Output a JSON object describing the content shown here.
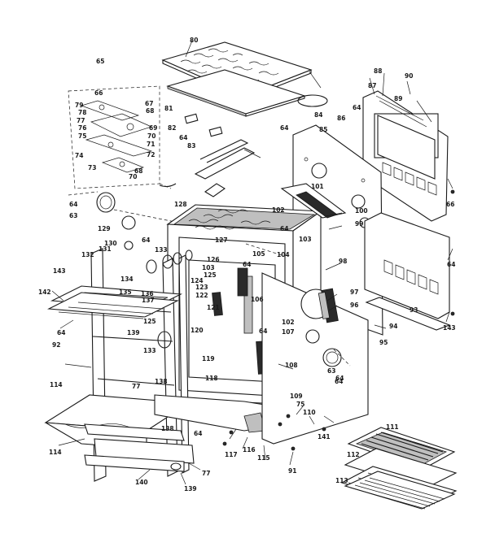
{
  "labels": [
    {
      "text": "80"
    },
    {
      "text": "65"
    },
    {
      "text": "66"
    },
    {
      "text": "79"
    },
    {
      "text": "78"
    },
    {
      "text": "77"
    },
    {
      "text": "76"
    },
    {
      "text": "75"
    },
    {
      "text": "74"
    },
    {
      "text": "73"
    },
    {
      "text": "67"
    },
    {
      "text": "68"
    },
    {
      "text": "69"
    },
    {
      "text": "70"
    },
    {
      "text": "71"
    },
    {
      "text": "72"
    },
    {
      "text": "68"
    },
    {
      "text": "70"
    },
    {
      "text": "81"
    },
    {
      "text": "82"
    },
    {
      "text": "64"
    },
    {
      "text": "83"
    },
    {
      "text": "64"
    },
    {
      "text": "84"
    },
    {
      "text": "64"
    },
    {
      "text": "86"
    },
    {
      "text": "85"
    },
    {
      "text": "87"
    },
    {
      "text": "88"
    },
    {
      "text": "90"
    },
    {
      "text": "89"
    },
    {
      "text": "64"
    },
    {
      "text": "63"
    },
    {
      "text": "129"
    },
    {
      "text": "64"
    },
    {
      "text": "128"
    },
    {
      "text": "101"
    },
    {
      "text": "100"
    },
    {
      "text": "99"
    },
    {
      "text": "102"
    },
    {
      "text": "127"
    },
    {
      "text": "66"
    },
    {
      "text": "64"
    },
    {
      "text": "103"
    },
    {
      "text": "98"
    },
    {
      "text": "64"
    },
    {
      "text": "143"
    },
    {
      "text": "130"
    },
    {
      "text": "131"
    },
    {
      "text": "132"
    },
    {
      "text": "133"
    },
    {
      "text": "105"
    },
    {
      "text": "126"
    },
    {
      "text": "104"
    },
    {
      "text": "64"
    },
    {
      "text": "103"
    },
    {
      "text": "125"
    },
    {
      "text": "124"
    },
    {
      "text": "123"
    },
    {
      "text": "122"
    },
    {
      "text": "134"
    },
    {
      "text": "142"
    },
    {
      "text": "135"
    },
    {
      "text": "136"
    },
    {
      "text": "137"
    },
    {
      "text": "106"
    },
    {
      "text": "121"
    },
    {
      "text": "97"
    },
    {
      "text": "96"
    },
    {
      "text": "93"
    },
    {
      "text": "143"
    },
    {
      "text": "94"
    },
    {
      "text": "125"
    },
    {
      "text": "64"
    },
    {
      "text": "139"
    },
    {
      "text": "92"
    },
    {
      "text": "133"
    },
    {
      "text": "120"
    },
    {
      "text": "102"
    },
    {
      "text": "107"
    },
    {
      "text": "64"
    },
    {
      "text": "95"
    },
    {
      "text": "119"
    },
    {
      "text": "138"
    },
    {
      "text": "118"
    },
    {
      "text": "108"
    },
    {
      "text": "63"
    },
    {
      "text": "64"
    },
    {
      "text": "114"
    },
    {
      "text": "77"
    },
    {
      "text": "109"
    },
    {
      "text": "75"
    },
    {
      "text": "110"
    },
    {
      "text": "138"
    },
    {
      "text": "141"
    },
    {
      "text": "111"
    },
    {
      "text": "64"
    },
    {
      "text": "114"
    },
    {
      "text": "117"
    },
    {
      "text": "116"
    },
    {
      "text": "115"
    },
    {
      "text": "91"
    },
    {
      "text": "112"
    },
    {
      "text": "140"
    },
    {
      "text": "139"
    },
    {
      "text": "77"
    },
    {
      "text": "113"
    },
    {
      "text": "64"
    }
  ]
}
